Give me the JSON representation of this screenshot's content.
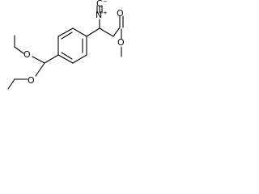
{
  "molecule": {
    "atoms": {
      "isocyanide_c": "C",
      "isocyanide_n": "N",
      "carbonyl_o": "O",
      "ester_o": "O",
      "acetal_o_top": "O",
      "acetal_o_bottom": "O"
    },
    "charges": {
      "minus": "−",
      "plus": "+"
    },
    "colors": {
      "bond": "#000000",
      "text": "#000000",
      "background": "#ffffff"
    }
  }
}
